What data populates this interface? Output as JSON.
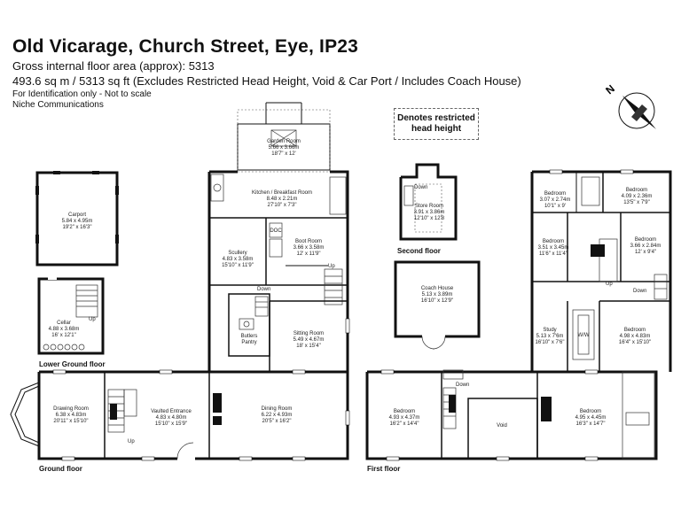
{
  "header": {
    "title": "Old Vicarage, Church Street, Eye, IP23",
    "area_line": "Gross internal floor area (approx): 5313",
    "area_detail": "493.6 sq m / 5313 sq ft (Excludes Restricted Head Height, Void & Car Port / Includes Coach House)",
    "disclaimer": "For Identification only - Not to scale",
    "agent": "Niche Communications"
  },
  "legend": {
    "line1": "Denotes restricted",
    "line2": "head height"
  },
  "compass": {
    "label": "N"
  },
  "floors": {
    "lower_ground": "Lower Ground floor",
    "ground": "Ground floor",
    "second": "Second floor",
    "first": "First floor"
  },
  "rooms": {
    "garden_room": {
      "name": "Garden Room",
      "metric": "5.66 x 3.66m",
      "imperial": "18'7\" x 12'"
    },
    "kitchen": {
      "name": "Kitchen / Breakfast Room",
      "metric": "8.48 x 2.21m",
      "imperial": "27'10\" x 7'3\""
    },
    "scullery": {
      "name": "Scullery",
      "metric": "4.83 x 3.58m",
      "imperial": "15'10\" x 11'9\""
    },
    "boot_room": {
      "name": "Boot Room",
      "metric": "3.66 x 3.58m",
      "imperial": "12' x 11'9\""
    },
    "carport": {
      "name": "Carport",
      "metric": "5.84 x 4.95m",
      "imperial": "19'2\" x 16'3\""
    },
    "cellar": {
      "name": "Cellar",
      "metric": "4.88 x 3.68m",
      "imperial": "16' x 12'1\""
    },
    "butlers": {
      "name": "Butlers",
      "name2": "Pantry"
    },
    "sitting_room": {
      "name": "Sitting Room",
      "metric": "5.49 x 4.67m",
      "imperial": "18' x 15'4\""
    },
    "drawing_room": {
      "name": "Drawing Room",
      "metric": "6.38 x 4.83m",
      "imperial": "20'11\" x 15'10\""
    },
    "vaulted": {
      "name": "Vaulted Entrance",
      "metric": "4.83 x 4.80m",
      "imperial": "15'10\" x 15'9\""
    },
    "dining_room": {
      "name": "Dining Room",
      "metric": "6.22 x 4.93m",
      "imperial": "20'5\" x 16'2\""
    },
    "store_room": {
      "name": "Store Room",
      "metric": "3.91 x 3.86m",
      "imperial": "12'10\" x 12'8"
    },
    "coach_house": {
      "name": "Coach House",
      "metric": "5.13 x 3.89m",
      "imperial": "16'10\" x 12'9\""
    },
    "bed_a": {
      "name": "Bedroom",
      "metric": "3.07 x 2.74m",
      "imperial": "10'1\" x 9'"
    },
    "bed_b": {
      "name": "Bedroom",
      "metric": "4.09 x 2.36m",
      "imperial": "13'5\" x 7'9\""
    },
    "bed_c": {
      "name": "Bedroom",
      "metric": "3.51 x 3.45m",
      "imperial": "11'6\" x 11'4\""
    },
    "bed_d": {
      "name": "Bedroom",
      "metric": "3.66 x 2.84m",
      "imperial": "12' x 9'4\""
    },
    "study": {
      "name": "Study",
      "metric": "5.13 x 7'6m",
      "imperial": "16'10\" x 7'6\""
    },
    "ww": {
      "name": "W/W"
    },
    "bed_e": {
      "name": "Bedroom",
      "metric": "4.98 x 4.83m",
      "imperial": "16'4\" x 15'10\""
    },
    "bed_f": {
      "name": "Bedroom",
      "metric": "4.93 x 4.37m",
      "imperial": "16'2\" x 14'4\""
    },
    "void": {
      "name": "Void"
    },
    "bed_g": {
      "name": "Bedroom",
      "metric": "4.95 x 4.45m",
      "imperial": "16'3\" x 14'7\""
    }
  },
  "marks": {
    "up": "Up",
    "down": "Down",
    "doc": "DOC"
  }
}
